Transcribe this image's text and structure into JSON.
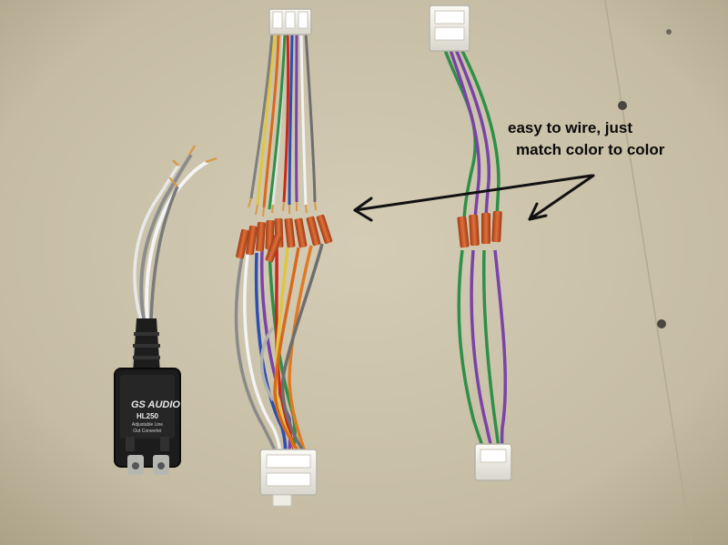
{
  "annotation": {
    "line1": "easy to wire, just",
    "line2": "match color to color"
  },
  "device": {
    "brand": "GS AUDIO",
    "model": "HL250",
    "caption1": "Adjustable Line",
    "caption2": "Out Converter"
  },
  "colors": {
    "background": "#c9c0a8",
    "connector": "#f1efe6",
    "butt_splice": "#c8501e",
    "arrow": "#111111"
  }
}
